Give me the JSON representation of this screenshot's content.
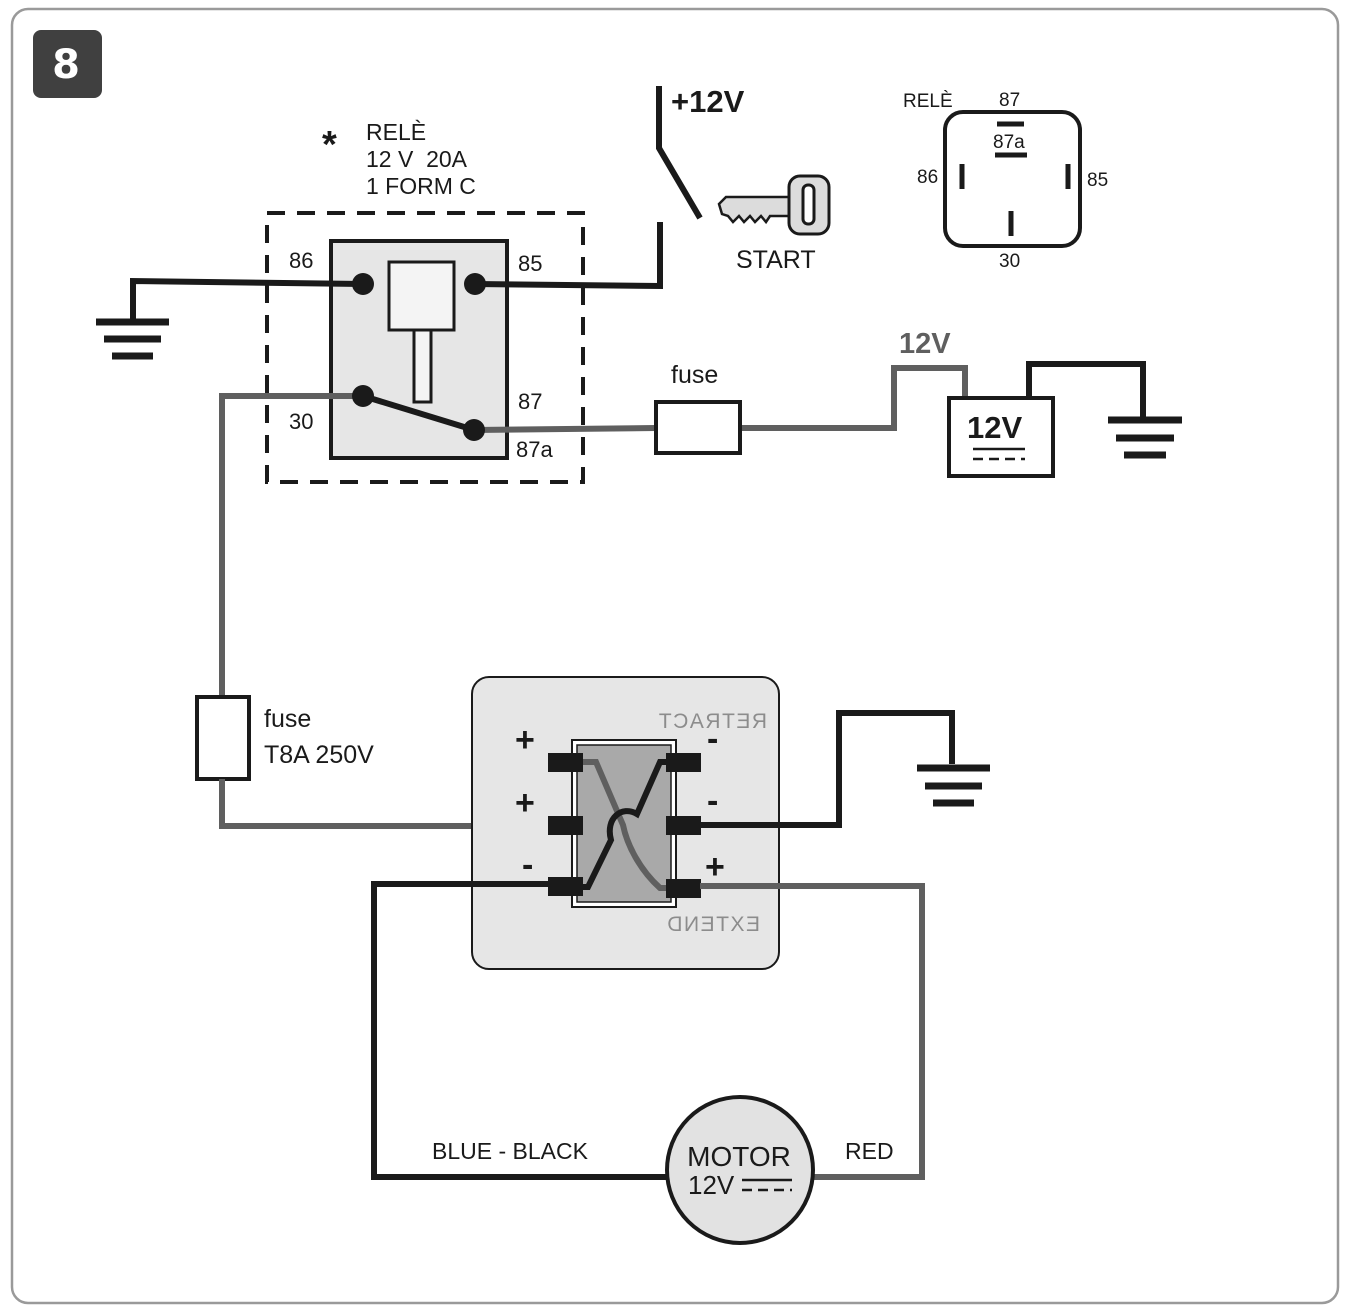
{
  "step_badge": "8",
  "relay_spec": {
    "asterisk": "*",
    "line1": "RELÈ",
    "line2": "12 V  20A",
    "line3": "1 FORM C"
  },
  "relay_pins": {
    "p86": "86",
    "p85": "85",
    "p87": "87",
    "p87a": "87a",
    "p30": "30"
  },
  "relay_pinout": {
    "title": "RELÈ",
    "p87": "87",
    "p87a": "87a",
    "p86": "86",
    "p85": "85",
    "p30": "30"
  },
  "ignition": {
    "supply": "+12V",
    "key_label": "START"
  },
  "fuse_relay": "fuse",
  "supply_wire_label": "12V",
  "battery_label": "12V",
  "fuse_main": {
    "line1": "fuse",
    "line2": "T8A 250V"
  },
  "switch_panel": {
    "retract": "RETRACT",
    "extend": "EXTEND",
    "left_top": "+",
    "left_mid": "+",
    "left_bot": "-",
    "right_top": "-",
    "right_mid": "-",
    "right_bot": "+"
  },
  "motor": {
    "line1": "MOTOR",
    "line2": "12V"
  },
  "wire_labels": {
    "left": "BLUE - BLACK",
    "right": "RED"
  },
  "colors": {
    "wire_black": "#1a1a1a",
    "wire_grey": "#5f5f5f",
    "panel_bg": "#e6e6e6",
    "switch_bg": "#a9a9a9",
    "motor_bg": "#e2e2e2",
    "badge_bg": "#404040"
  }
}
